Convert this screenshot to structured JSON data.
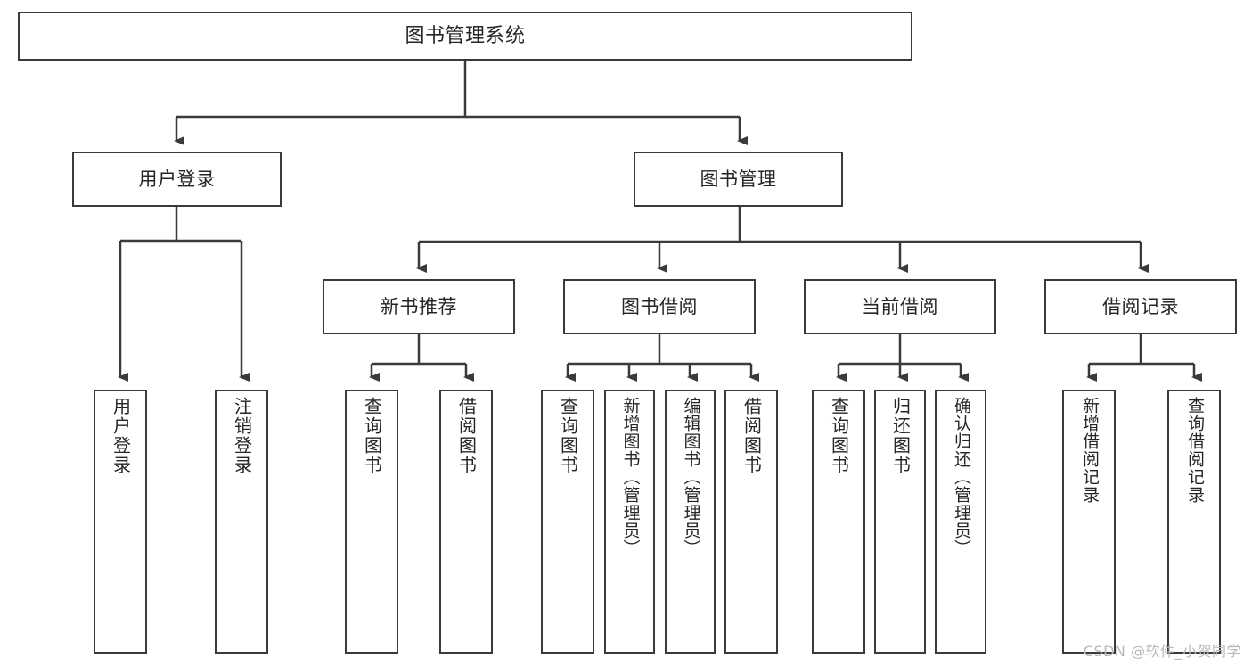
{
  "diagram": {
    "title_node": {
      "id": "root",
      "label": "图书管理系统"
    },
    "level2": [
      {
        "id": "user-login",
        "label": "用户登录"
      },
      {
        "id": "book-manage",
        "label": "图书管理"
      }
    ],
    "level3": [
      {
        "id": "new-book-recommend",
        "label": "新书推荐"
      },
      {
        "id": "book-borrow",
        "label": "图书借阅"
      },
      {
        "id": "current-borrow",
        "label": "当前借阅"
      },
      {
        "id": "borrow-record",
        "label": "借阅记录"
      }
    ],
    "leaves": {
      "user_login": [
        {
          "id": "leaf-user-login",
          "label": "用户登录"
        },
        {
          "id": "leaf-logout-login",
          "label": "注销登录"
        }
      ],
      "new_book_recommend": [
        {
          "id": "leaf-query-book-1",
          "label": "查询图书"
        },
        {
          "id": "leaf-borrow-book-1",
          "label": "借阅图书"
        }
      ],
      "book_borrow": [
        {
          "id": "leaf-query-book-2",
          "label": "查询图书"
        },
        {
          "id": "leaf-add-book-admin",
          "label": "新增图书（管理员）"
        },
        {
          "id": "leaf-edit-book-admin",
          "label": "编辑图书（管理员）"
        },
        {
          "id": "leaf-borrow-book-2",
          "label": "借阅图书"
        }
      ],
      "current_borrow": [
        {
          "id": "leaf-query-book-3",
          "label": "查询图书"
        },
        {
          "id": "leaf-return-book",
          "label": "归还图书"
        },
        {
          "id": "leaf-confirm-return-admin",
          "label": "确认归还（管理员）"
        }
      ],
      "borrow_record": [
        {
          "id": "leaf-add-borrow-record",
          "label": "新增借阅记录"
        },
        {
          "id": "leaf-query-borrow-record",
          "label": "查询借阅记录"
        }
      ]
    }
  },
  "watermark": {
    "text": "CSDN @软件_小贺同学"
  },
  "colors": {
    "border": "#3a3a3a",
    "text": "#262626",
    "background": "#ffffff",
    "connector": "#3a3a3a",
    "watermark": "#b8b8b8"
  }
}
